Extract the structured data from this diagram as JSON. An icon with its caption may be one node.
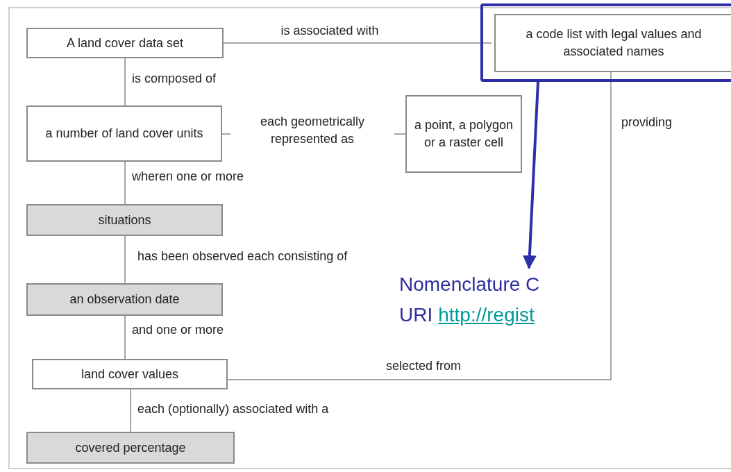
{
  "diagram": {
    "nodes": [
      {
        "text": [
          "A land cover data set"
        ]
      },
      {
        "text": [],
        "shape": "box"
      },
      {
        "text": [
          "a code list with legal values and associated names"
        ],
        "in": 1
      },
      {
        "text": [
          "a number of land cover units"
        ]
      },
      {
        "text": [
          "a point, a polygon or a raster cell"
        ]
      },
      {
        "text": [
          "situations"
        ]
      },
      {
        "text": [
          "an observation date"
        ]
      },
      {
        "text": [
          "land cover values"
        ]
      },
      {
        "text": [
          "covered percentage"
        ]
      },
      {
        "text": [
          "Nomenclature C",
          "URI",
          "http://regist"
        ]
      }
    ],
    "edges": [
      {
        "from": 0,
        "to": 2,
        "arrow": "none",
        "label": "is associated with"
      },
      {
        "from": 0,
        "to": 3,
        "arrow": "none",
        "label": "is composed of"
      },
      {
        "from": 3,
        "to": 4,
        "arrow": "none",
        "label": "each geometrically represented as"
      },
      {
        "from": 3,
        "to": 5,
        "arrow": "none",
        "label": "wheren one or more"
      },
      {
        "from": 5,
        "to": 6,
        "arrow": "none",
        "label": "has been observed each consisting of"
      },
      {
        "from": 6,
        "to": 7,
        "arrow": "none",
        "label": "and one or more"
      },
      {
        "from": 7,
        "to": 8,
        "arrow": "none",
        "label": "each (optionally) associated with a"
      },
      {
        "from": 2,
        "to": 7,
        "arrow": "none",
        "label": "selected from"
      },
      {
        "from": 1,
        "to": 9,
        "arrow": "to",
        "style": "thick",
        "color": "#2e2ea8"
      }
    ],
    "labels": [
      "providing"
    ]
  }
}
